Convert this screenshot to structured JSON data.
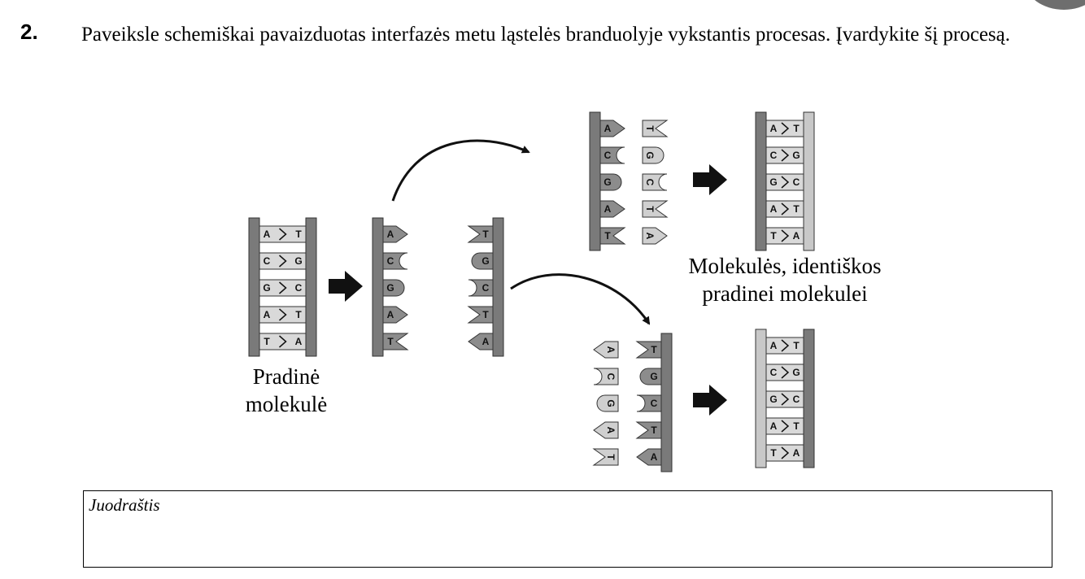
{
  "question": {
    "number": "2.",
    "text": "Paveiksle schemiškai pavaizduotas interfazės metu ląstelės branduolyje vykstantis procesas. Įvardykite šį procesą."
  },
  "figure": {
    "label_original": [
      "Pradinė",
      "molekulė"
    ],
    "label_identical": [
      "Molekulės, identiškos",
      "pradinei molekulei"
    ],
    "base_pairs": [
      [
        "A",
        "T"
      ],
      [
        "C",
        "G"
      ],
      [
        "G",
        "C"
      ],
      [
        "A",
        "T"
      ],
      [
        "T",
        "A"
      ]
    ]
  },
  "draft": {
    "title": "Juodraštis"
  }
}
